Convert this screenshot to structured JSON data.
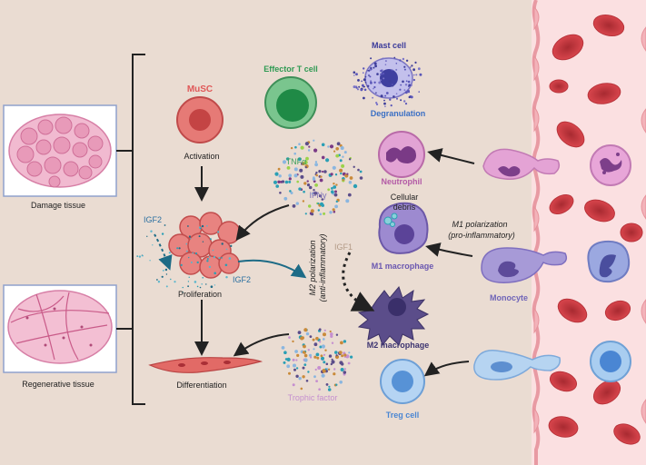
{
  "tissues": {
    "damage": "Damage tissue",
    "regenerative": "Regenerative tissue"
  },
  "cells": {
    "musc": "MuSC",
    "effector_t": "Effector T cell",
    "mast": "Mast cell",
    "neutrophil": "Neutrophil",
    "m1_macrophage": "M1 macrophage",
    "m2_macrophage": "M2 macrophage",
    "monocyte": "Monocyte",
    "treg": "Treg cell"
  },
  "processes": {
    "activation": "Activation",
    "proliferation": "Proliferation",
    "differentiation": "Differentiation",
    "degranulation": "Degranulation",
    "cellular_debris": "Cellular\ndebris"
  },
  "factors": {
    "tnf": "TNFα",
    "ifn": "IFNγ",
    "igf2_left": "IGF2",
    "igf2_bottom": "IGF2",
    "igf1": "IGF1",
    "trophic": "Trophic factor"
  },
  "polarization": {
    "m1_line1": "M1 polarization",
    "m1_line2": "(pro-inflammatory)",
    "m2_line1": "M2 polarization",
    "m2_line2": "(anti-inflammatory)"
  },
  "colors": {
    "background": "#eadcd2",
    "vessel": "#fbe0e1",
    "red_cell": "#c9373f",
    "musc": "#e06a66",
    "effector_t": "#35a55d",
    "mast": "#4a4aa8",
    "neutrophil": "#cd7fc0",
    "macrophage": "#8f7cc4",
    "m2": "#5a4f8f",
    "treg": "#6aa0d8",
    "cytokine_teal": "#2a9fb5"
  }
}
